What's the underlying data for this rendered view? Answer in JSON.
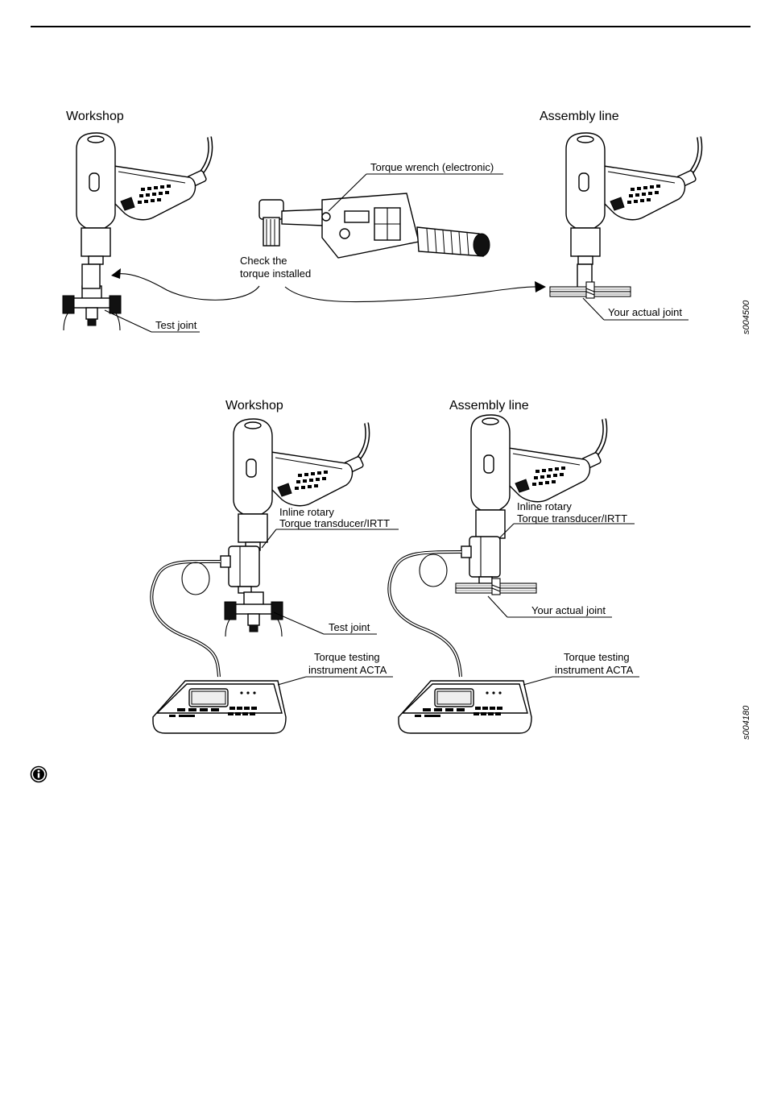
{
  "figure1": {
    "workshop": "Workshop",
    "assembly_line": "Assembly line",
    "torque_wrench": "Torque wrench (electronic)",
    "check_line1": "Check the",
    "check_line2": "torque installed",
    "test_joint": "Test joint",
    "actual_joint": "Your actual joint",
    "code": "s004500"
  },
  "figure2": {
    "workshop": "Workshop",
    "assembly_line": "Assembly line",
    "inline_line1": "Inline rotary",
    "inline_line2": "Torque transducer/IRTT",
    "test_joint": "Test joint",
    "actual_joint": "Your actual joint",
    "acta_line1": "Torque testing",
    "acta_line2": "instrument ACTA",
    "code": "s004180"
  },
  "icons": [
    "info-icon"
  ]
}
